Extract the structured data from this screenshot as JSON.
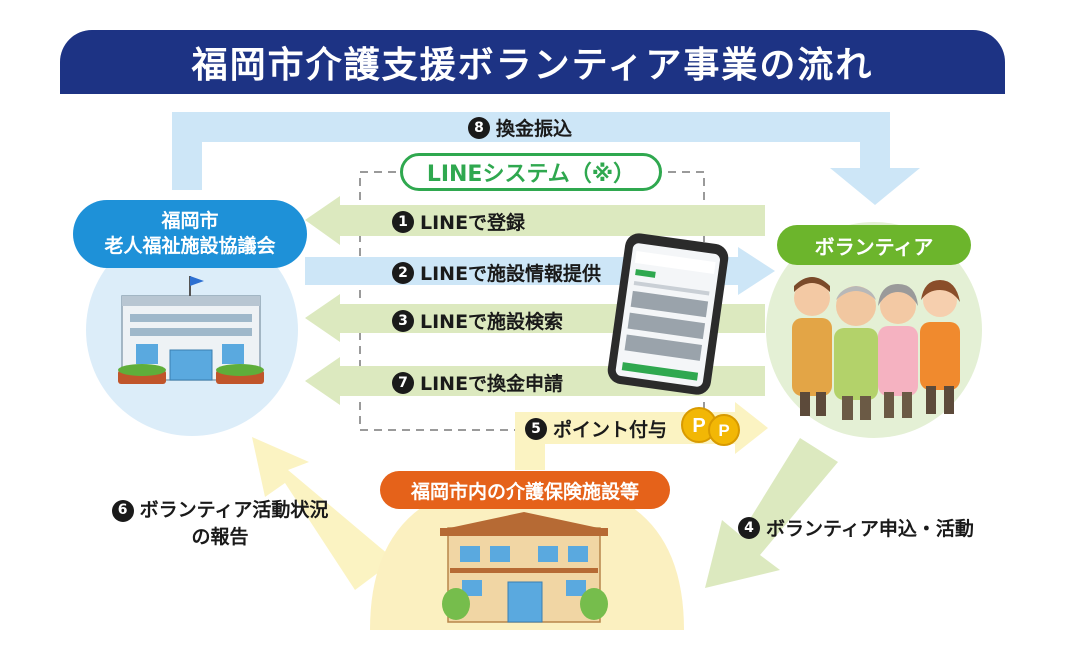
{
  "title": "福岡市介護支援ボランティア事業の流れ",
  "nodes": {
    "council": {
      "line1": "福岡市",
      "line2": "老人福祉施設協議会"
    },
    "volunteer": "ボランティア",
    "facility": "福岡市内の介護保険施設等",
    "line_system": "LINEシステム（※）"
  },
  "steps": {
    "s1": {
      "num": "1",
      "text": "LINEで登録"
    },
    "s2": {
      "num": "2",
      "text": "LINEで施設情報提供"
    },
    "s3": {
      "num": "3",
      "text": "LINEで施設検索"
    },
    "s4": {
      "num": "4",
      "text": "ボランティア申込・活動"
    },
    "s5": {
      "num": "5",
      "text": "ポイント付与"
    },
    "s6": {
      "num": "6",
      "line1": "ボランティア活動状況",
      "line2": "の報告"
    },
    "s7": {
      "num": "7",
      "text": "LINEで換金申請"
    },
    "s8": {
      "num": "8",
      "text": "換金振込"
    }
  },
  "coin_letter": "P",
  "colors": {
    "banner": "#1d3384",
    "blue_arrow": "#cde6f7",
    "green_arrow": "#dce9bf",
    "yellow_arrow": "#fbf3c2",
    "council": "#1e91d8",
    "volunteer": "#6cb52c",
    "facility": "#e5621a",
    "line_green": "#2fa84f"
  }
}
